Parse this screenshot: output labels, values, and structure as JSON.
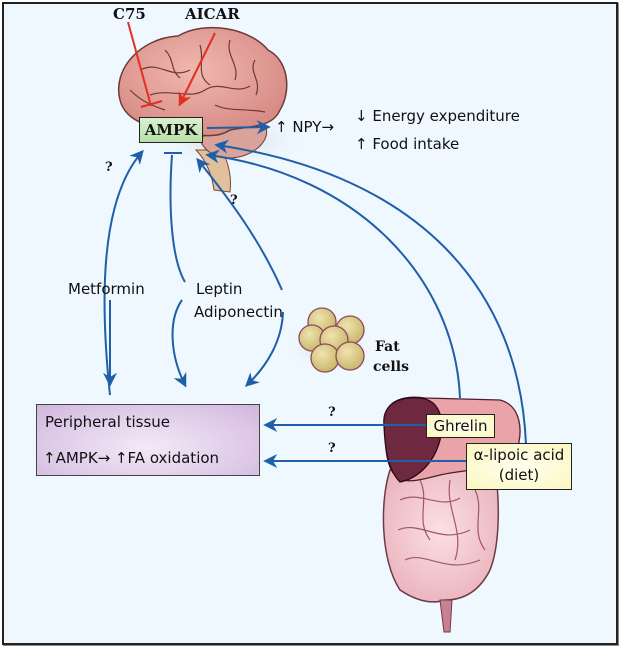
{
  "figure": {
    "drugs": {
      "c75": "C75",
      "aicar": "AICAR"
    },
    "ampk_node": "AMPK",
    "npy_effect": "↑ NPY→",
    "outcomes": [
      "↓ Energy expenditure",
      "↑ Food intake"
    ],
    "metformin": "Metformin",
    "hormones": [
      "Leptin",
      "Adiponectin"
    ],
    "fat_cells": [
      "Fat",
      "cells"
    ],
    "peripheral_tissue": {
      "title": "Peripheral tissue",
      "effect": "↑AMPK→ ↑FA oxidation"
    },
    "ghrelin": "Ghrelin",
    "lipoic_acid": [
      "α-lipoic acid",
      "(diet)"
    ],
    "unknown_marker": "?",
    "colors": {
      "background": "#eff7ff",
      "arrow_blue": "#1f5fa8",
      "drug_red": "#e03020",
      "ampk_green": "#c8e8b8",
      "peripheral_purple": "#dcc7e6",
      "label_yellow": "#fbf7bf"
    }
  }
}
